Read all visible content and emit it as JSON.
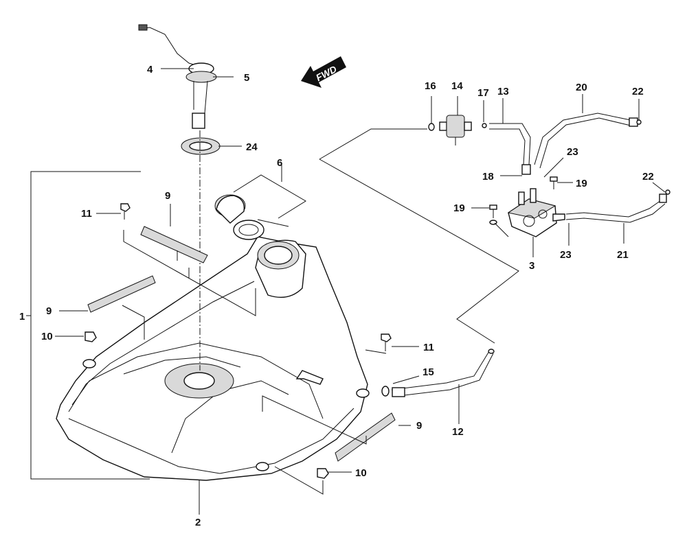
{
  "diagram": {
    "direction_label": "FWD",
    "callouts": [
      {
        "id": "c1",
        "text": "1"
      },
      {
        "id": "c2",
        "text": "2"
      },
      {
        "id": "c3",
        "text": "3"
      },
      {
        "id": "c4",
        "text": "4"
      },
      {
        "id": "c5",
        "text": "5"
      },
      {
        "id": "c6",
        "text": "6"
      },
      {
        "id": "c9a",
        "text": "9"
      },
      {
        "id": "c9b",
        "text": "9"
      },
      {
        "id": "c9c",
        "text": "9"
      },
      {
        "id": "c10a",
        "text": "10"
      },
      {
        "id": "c10b",
        "text": "10"
      },
      {
        "id": "c11a",
        "text": "11"
      },
      {
        "id": "c11b",
        "text": "11"
      },
      {
        "id": "c12",
        "text": "12"
      },
      {
        "id": "c13",
        "text": "13"
      },
      {
        "id": "c14",
        "text": "14"
      },
      {
        "id": "c15",
        "text": "15"
      },
      {
        "id": "c16",
        "text": "16"
      },
      {
        "id": "c17",
        "text": "17"
      },
      {
        "id": "c18",
        "text": "18"
      },
      {
        "id": "c19a",
        "text": "19"
      },
      {
        "id": "c19b",
        "text": "19"
      },
      {
        "id": "c20",
        "text": "20"
      },
      {
        "id": "c21",
        "text": "21"
      },
      {
        "id": "c22a",
        "text": "22"
      },
      {
        "id": "c22b",
        "text": "22"
      },
      {
        "id": "c23a",
        "text": "23"
      },
      {
        "id": "c23b",
        "text": "23"
      },
      {
        "id": "c24",
        "text": "24"
      }
    ]
  }
}
